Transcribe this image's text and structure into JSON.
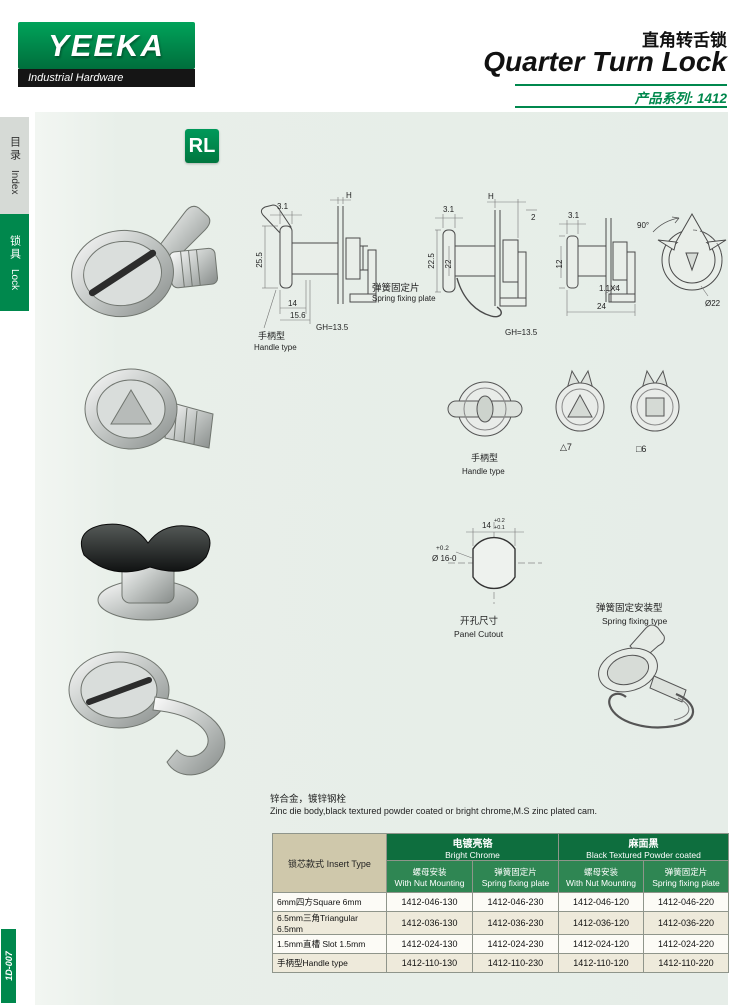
{
  "header": {
    "logo": "YEEKA",
    "logo_sub": "Industrial Hardware",
    "title_cn": "直角转舌锁",
    "title_en": "Quarter Turn Lock",
    "series": "产品系列:  1412"
  },
  "sidebar": {
    "index_cn": "目录",
    "index_en": "Index",
    "lock_cn": "锁具",
    "lock_en": "Lock",
    "page_code": "1D-007"
  },
  "badge": "RL",
  "drawings": {
    "d1": {
      "dim_h": "H",
      "dim_31": "3.1",
      "dim_255": "25.5",
      "dim_14": "14",
      "dim_156": "15.6",
      "dim_gh": "GH=13.5",
      "label_cn": "手柄型",
      "label_en": "Handle type"
    },
    "spring_plate": {
      "cn": "弹簧固定片",
      "en": "Spring fixing plate"
    },
    "d2": {
      "dim_h": "H",
      "dim_2": "2",
      "dim_31": "3.1",
      "dim_225": "22.5",
      "dim_22": "22",
      "dim_gh": "GH=13.5"
    },
    "d3": {
      "dim_31": "3.1",
      "dim_12": "12",
      "dim_90": "90°",
      "dim_11x4": "1.1X4",
      "dim_24": "24",
      "dim_dia22": "Ø22"
    },
    "heads": {
      "label_cn": "手柄型",
      "label_en": "Handle type",
      "tri": "△7",
      "sq": "□6"
    },
    "cutout": {
      "dia_tol": "+0.2",
      "dia": "Ø 16-0",
      "w": "14",
      "w_tol_hi": "+0.2",
      "w_tol_lo": "+0.1",
      "label_cn": "开孔尺寸",
      "label_en": "Panel Cutout"
    },
    "spring_type": {
      "cn": "弹簧固定安装型",
      "en": "Spring fixing type"
    }
  },
  "description": {
    "cn": "锌合金，镀锌钢栓",
    "en": "Zinc die body,black textured powder coated or bright chrome,M.S zinc plated cam."
  },
  "table": {
    "group_chrome_cn": "电镀亮铬",
    "group_chrome_en": "Bright Chrome",
    "group_black_cn": "麻面黑",
    "group_black_en": "Black Textured Powder coated",
    "insert_cn": "锁芯款式",
    "insert_en": "Insert Type",
    "nut_cn": "螺母安装",
    "nut_en": "With Nut Mounting",
    "springcol_cn": "弹簧固定片",
    "springcol_en": "Spring fixing plate",
    "rows": [
      {
        "type": "6mm四方Square 6mm",
        "c1": "1412-046-130",
        "c2": "1412-046-230",
        "c3": "1412-046-120",
        "c4": "1412-046-220"
      },
      {
        "type": "6.5mm三角Triangular 6.5mm",
        "c1": "1412-036-130",
        "c2": "1412-036-230",
        "c3": "1412-036-120",
        "c4": "1412-036-220"
      },
      {
        "type": "1.5mm直槽 Slot 1.5mm",
        "c1": "1412-024-130",
        "c2": "1412-024-230",
        "c3": "1412-024-120",
        "c4": "1412-024-220"
      },
      {
        "type": "手柄型Handle type",
        "c1": "1412-110-130",
        "c2": "1412-110-230",
        "c3": "1412-110-120",
        "c4": "1412-110-220"
      }
    ]
  }
}
